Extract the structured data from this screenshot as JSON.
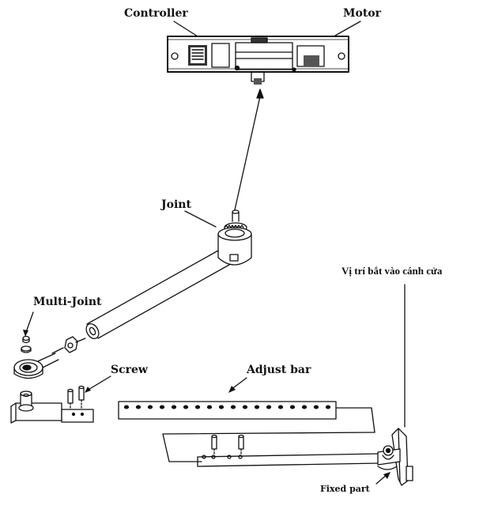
{
  "labels": {
    "controller": "Controller",
    "motor": "Motor",
    "joint": "Joint",
    "multi_joint": "Multi-Joint",
    "screw": "Screw",
    "adjust_bar": "Adjust bar",
    "door_attach_position": "Vị trí bắt vào cánh cửa",
    "fixed_part": "Fixed part"
  },
  "colors": {
    "line": "#111111",
    "background": "#ffffff"
  }
}
